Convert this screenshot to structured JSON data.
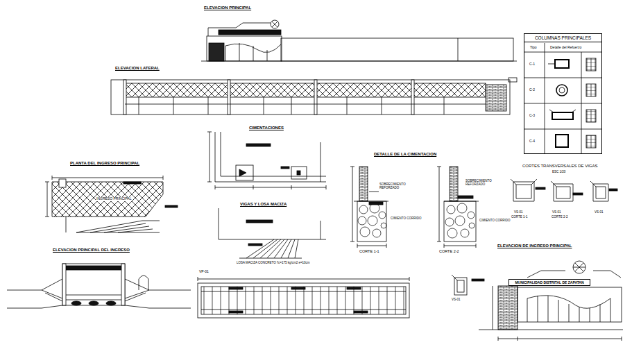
{
  "diagram": {
    "nodes": [
      {
        "text": [
          "COLUMNAS PRINCIPALES"
        ]
      },
      {
        "text": [
          "MUNICIPALIDAD DISTRITAL DE ZAPATAN"
        ]
      }
    ],
    "labels": [
      "ELEVACION PRINCIPAL",
      "ELEVACION LATERAL",
      "CIMENTACIONES",
      "PLANTA DEL INGRESO PRINCIPAL",
      "INGRESO PRINCIPAL",
      "DETALLE DE LA CIMENTACION",
      "SOBRECIMIENTO REFORZADO",
      "CIMIENTO CORRIDO",
      "CORTE 1-1",
      "SOBRECIMIENTO REFORZADO",
      "CIMIENTO CORRIDO",
      "CORTE 2-2",
      "CORTES TRANSVERSALES DE VIGAS",
      "ESC 1/20",
      "VS-01",
      "CORTE 1-1",
      "VS-01",
      "CORTE 2-2",
      "VS-01",
      "VIGAS Y LOSA MACIZA",
      "LOSA MACIZA CONCRETO f'c=175 kg/cm2 e=10cm",
      "VP-01",
      "ELEVACION PRINCIPAL DEL INGRESO",
      "ELEVACION DE INGRESO PRINCIPAL",
      "VS-01",
      "Tipo",
      "Detalle del Refuerzo",
      "C-1",
      "C-2",
      "C-3",
      "C-4"
    ]
  }
}
